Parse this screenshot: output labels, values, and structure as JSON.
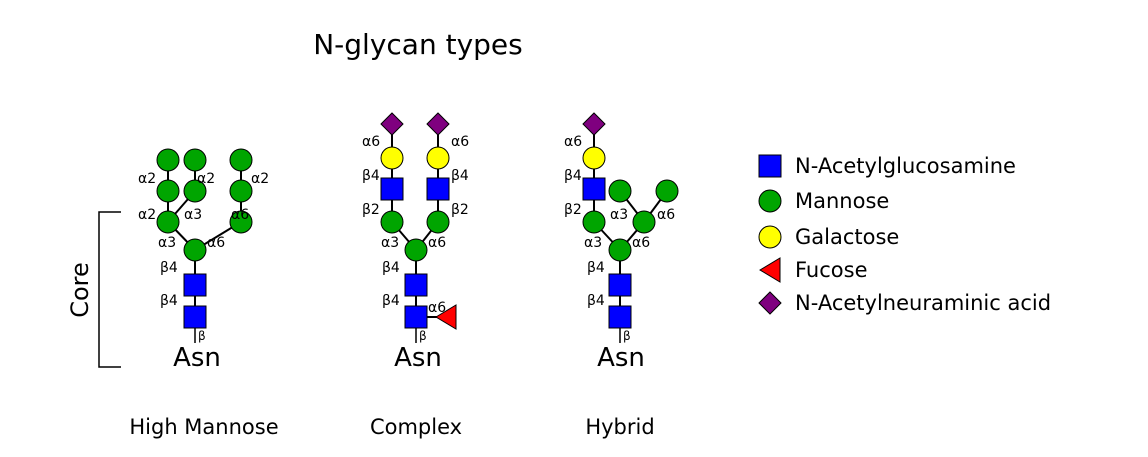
{
  "title": "N-glycan types",
  "core_label": "Core",
  "colors": {
    "glcnac": "#0000ff",
    "mannose": "#00a500",
    "galactose": "#ffff00",
    "fucose": "#ff0000",
    "neu5ac": "#7f007f"
  },
  "linkages": {
    "a2": "α2",
    "a3": "α3",
    "a6": "α6",
    "b2": "β2",
    "b4": "β4",
    "b": "β"
  },
  "structures": {
    "high_mannose": {
      "name": "High Mannose",
      "asn": "Asn"
    },
    "complex": {
      "name": "Complex",
      "asn": "Asn"
    },
    "hybrid": {
      "name": "Hybrid",
      "asn": "Asn"
    }
  },
  "legend": [
    {
      "shape": "square",
      "color": "#0000ff",
      "label": "N-Acetylglucosamine"
    },
    {
      "shape": "circle",
      "color": "#00a500",
      "label": "Mannose"
    },
    {
      "shape": "circle",
      "color": "#ffff00",
      "label": "Galactose"
    },
    {
      "shape": "triangle",
      "color": "#ff0000",
      "label": "Fucose"
    },
    {
      "shape": "diamond",
      "color": "#7f007f",
      "label": "N-Acetylneuraminic acid"
    }
  ]
}
